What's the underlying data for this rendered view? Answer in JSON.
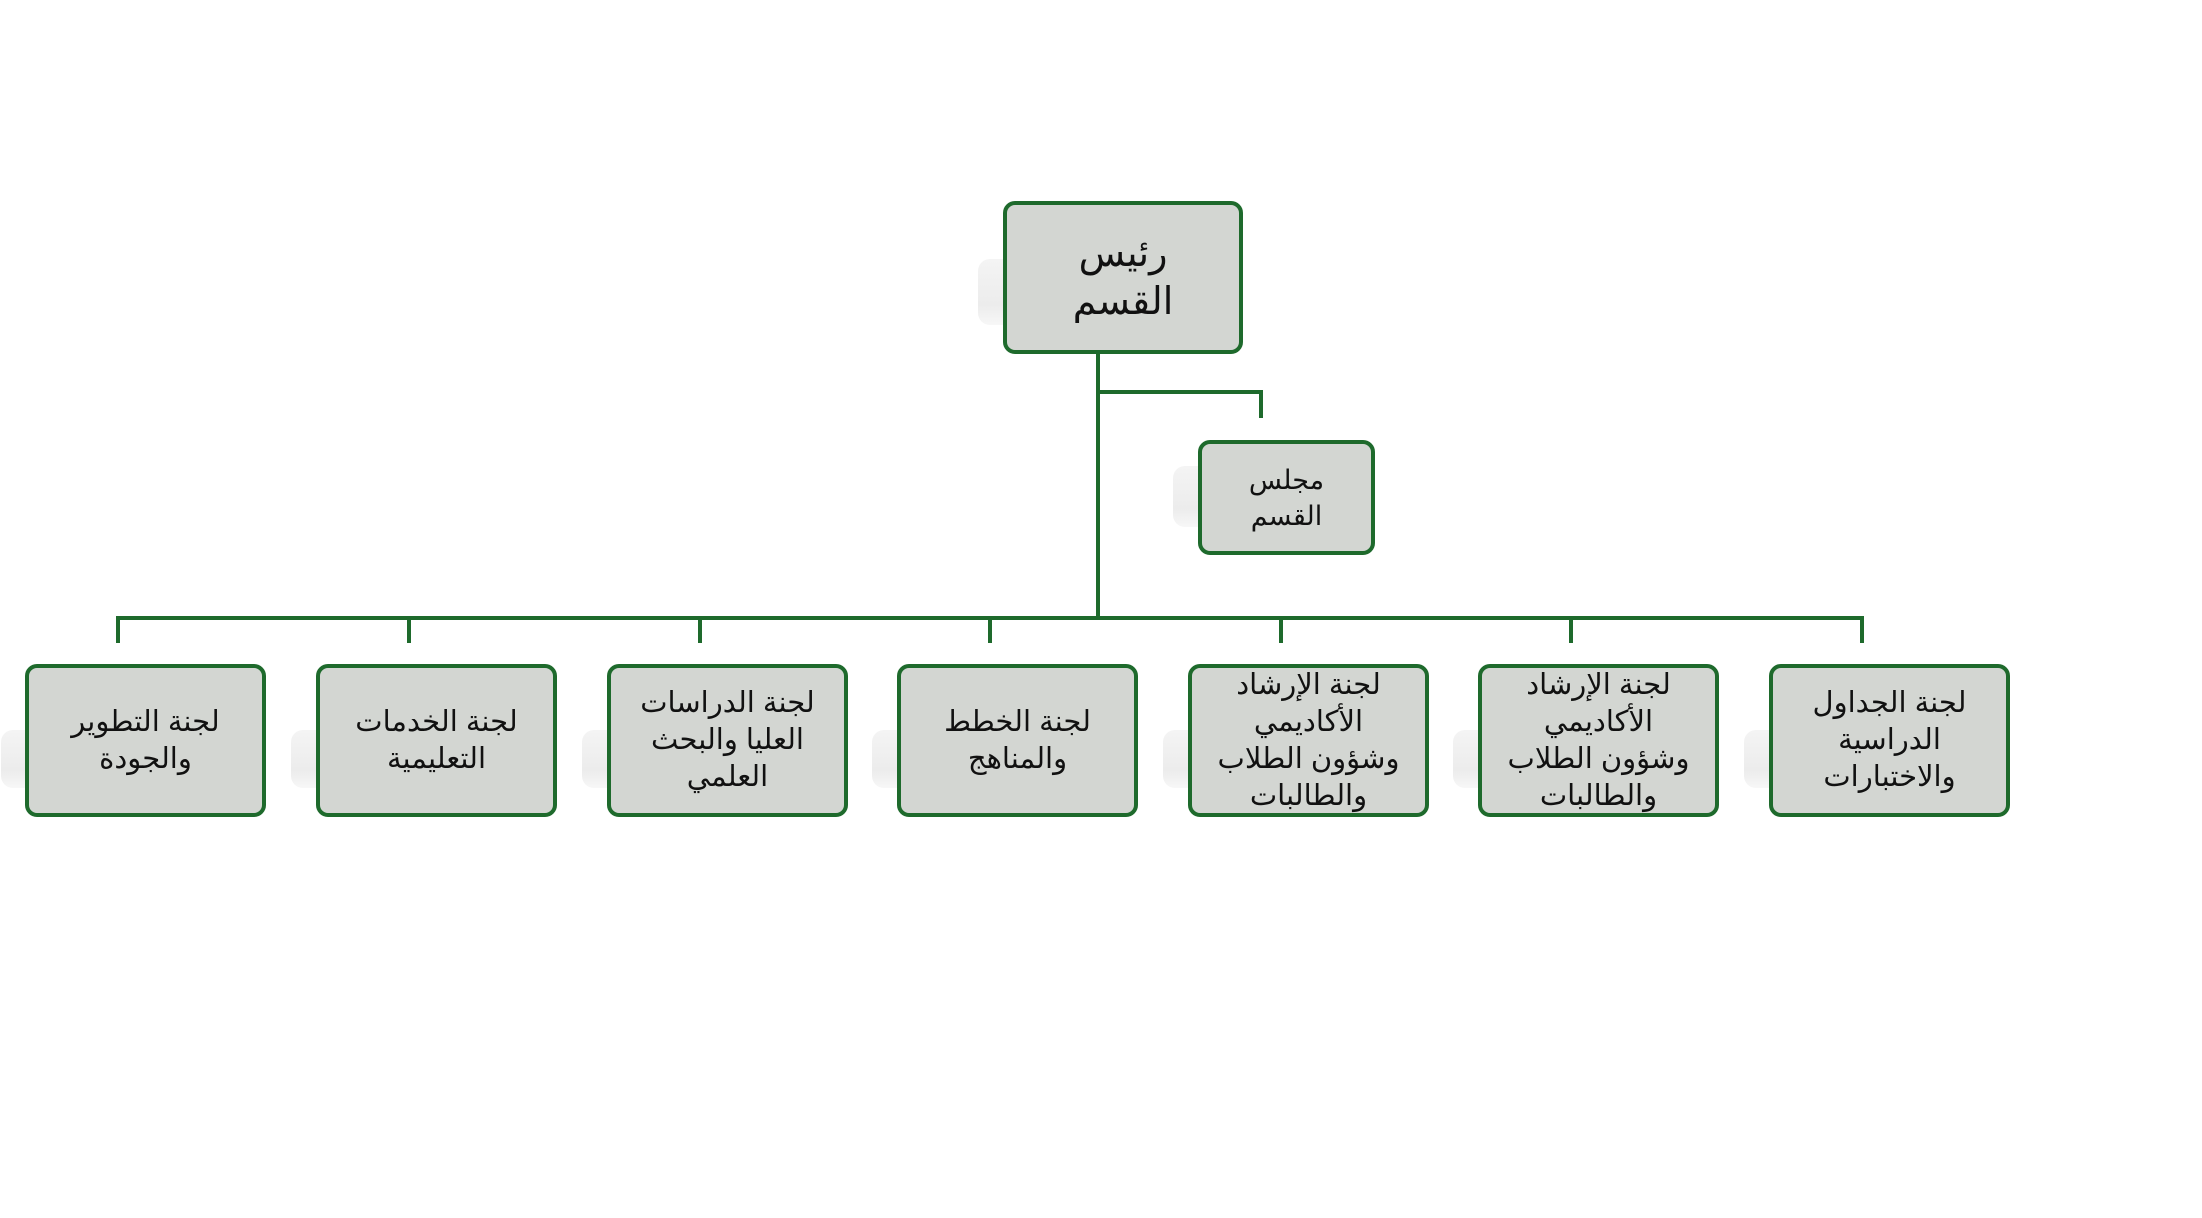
{
  "diagram": {
    "colors": {
      "line": "#1e6a2c",
      "box_border": "#1e6a2c",
      "box_fill": "#d3d6d2",
      "text": "#111111"
    },
    "root": {
      "label": "رئيس\nالقسم"
    },
    "assistant": {
      "label": "مجلس\nالقسم"
    },
    "committees": [
      {
        "label": "لجنة التطوير\nوالجودة"
      },
      {
        "label": "لجنة الخدمات\nالتعليمية"
      },
      {
        "label": "لجنة الدراسات\nالعليا والبحث\nالعلمي"
      },
      {
        "label": "لجنة الخطط\nوالمناهج"
      },
      {
        "label": "لجنة الإرشاد\nالأكاديمي\nوشؤون الطلاب\nوالطالبات"
      },
      {
        "label": "لجنة الإرشاد\nالأكاديمي\nوشؤون الطلاب\nوالطالبات"
      },
      {
        "label": "لجنة الجداول\nالدراسية\nوالاختبارات"
      }
    ]
  }
}
